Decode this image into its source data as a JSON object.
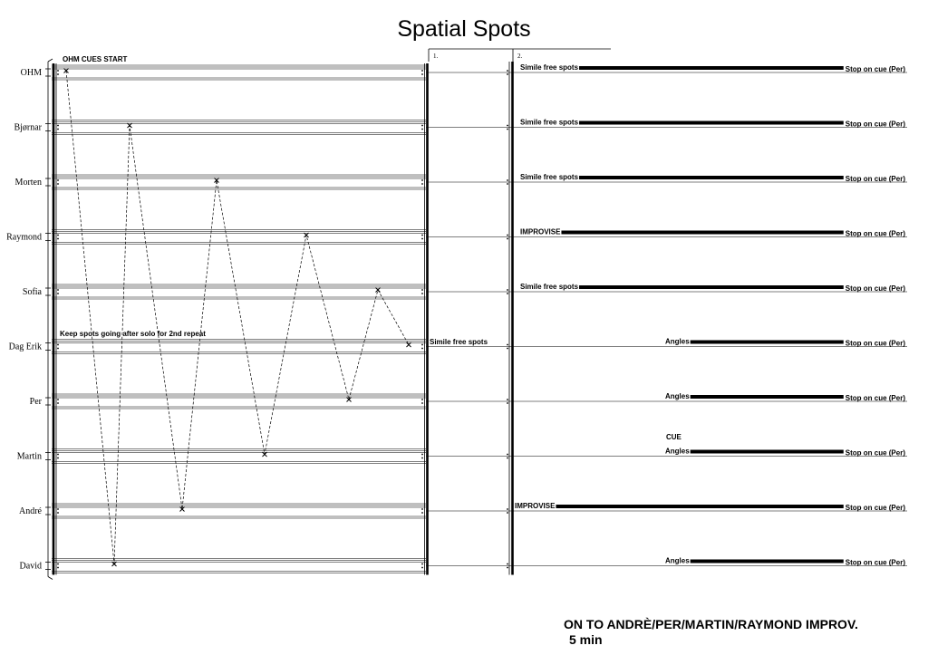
{
  "title": "Spatial Spots",
  "performers": [
    "OHM",
    "Bjørnar",
    "Morten",
    "Raymond",
    "Sofia",
    "Dag Erik",
    "Per",
    "Martin",
    "André",
    "David"
  ],
  "volta_1": "1.",
  "volta_2": "2.",
  "annotations": {
    "ohm_cues_start": "OHM CUES START",
    "keep_spots": "Keep spots going after solo for 2nd repeat",
    "middle_simile": "Simile free spots",
    "cue": "CUE"
  },
  "cue_sequence": [
    "OHM",
    "David",
    "Bjørnar",
    "André",
    "Morten",
    "Martin",
    "Raymond",
    "Per",
    "Sofia",
    "Dag Erik"
  ],
  "ending_2": [
    {
      "performer": "OHM",
      "instruction": "Simile free spots",
      "until": "Stop on cue (Per)"
    },
    {
      "performer": "Bjørnar",
      "instruction": "Simile free spots",
      "until": "Stop on cue (Per)"
    },
    {
      "performer": "Morten",
      "instruction": "Simile free spots",
      "until": "Stop on cue (Per)"
    },
    {
      "performer": "Raymond",
      "instruction": "IMPROVISE",
      "until": "Stop on cue (Per)"
    },
    {
      "performer": "Sofia",
      "instruction": "Simile free spots",
      "until": "Stop on cue (Per)"
    },
    {
      "performer": "Dag Erik",
      "instruction": "Angles",
      "until": "Stop on cue (Per)"
    },
    {
      "performer": "Per",
      "instruction": "Angles",
      "until": "Stop on cue (Per)"
    },
    {
      "performer": "Martin",
      "instruction": "Angles",
      "until": "Stop on cue (Per)"
    },
    {
      "performer": "André",
      "instruction": "IMPROVISE",
      "until": "Stop on cue (Per)"
    },
    {
      "performer": "David",
      "instruction": "Angles",
      "until": "Stop on cue (Per)"
    }
  ],
  "footer": {
    "next": "ON TO ANDRÈ/PER/MARTIN/RAYMOND IMPROV.",
    "duration": "5 min"
  }
}
